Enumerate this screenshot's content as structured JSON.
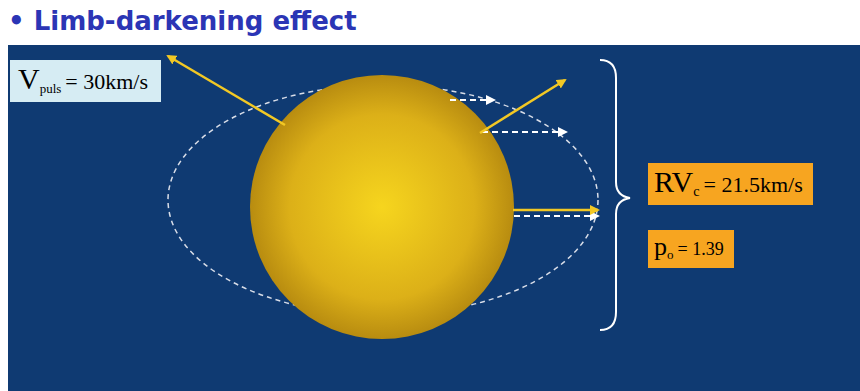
{
  "diagram": {
    "title": "• Limb-darkening effect",
    "nodes": [
      {
        "text": [
          "V",
          "puls",
          "= 30km/s"
        ]
      },
      {
        "text": [
          "RV",
          "c",
          "= 21.5km/s"
        ]
      },
      {
        "text": [
          "p",
          "o",
          "= 1.39"
        ]
      }
    ]
  }
}
